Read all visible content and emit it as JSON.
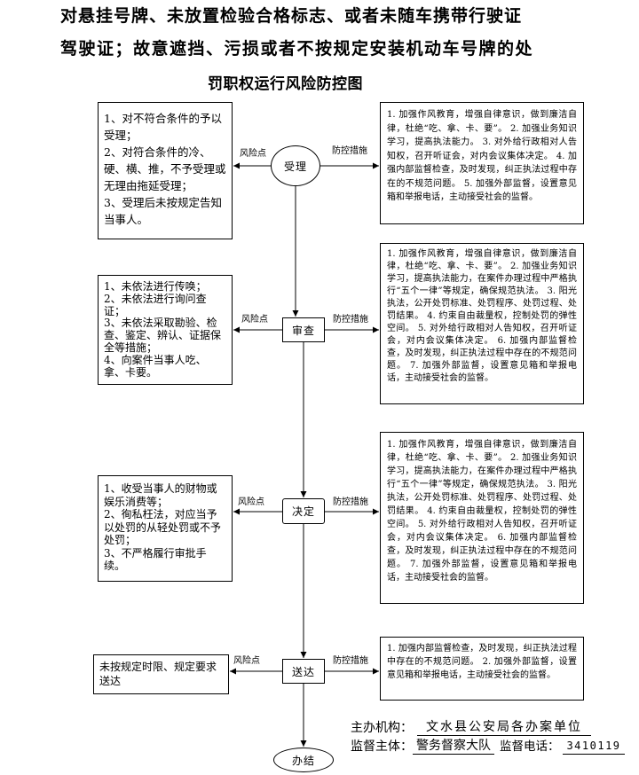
{
  "title": {
    "line1": "对悬挂号牌、未放置检验合格标志、或者未随车携带行驶证",
    "line2": "驾驶证；故意遮挡、污损或者不按规定安装机动车号牌的处",
    "line3": "罚职权运行风险防控图"
  },
  "stages": [
    {
      "name": "受理",
      "risk_label": "风险点",
      "control_label": "防控措施",
      "risks": [
        "1、对不符合条件的予以受理；",
        "2、对符合条件的冷、硬、横、推，不予受理或无理由拖延受理；",
        "3、受理后未按规定告知当事人。"
      ],
      "controls": [
        "1. 加强作风教育，增强自律意识，做到廉洁自律，杜绝“吃、拿、卡、要”。",
        "2. 加强业务知识学习，提高执法能力。",
        "3. 对外给行政相对人告知权，召开听证会，对内会议集体决定。",
        "4. 加强内部监督检查，及时发现，纠正执法过程中存在的不规范问题。",
        "5. 加强外部监督，设置意见箱和举报电话，主动接受社会的监督。"
      ]
    },
    {
      "name": "审查",
      "risk_label": "风险点",
      "control_label": "防控措施",
      "risks": [
        "1、未依法进行传唤；",
        "2、未依法进行询问查证；",
        "3、未依法采取勘验、检查、鉴定、辨认、证据保全等措施；",
        "4、向案件当事人吃、拿、卡要。"
      ],
      "controls": [
        "1. 加强作风教育，增强自律意识，做到廉洁自律，杜绝“吃、拿、卡、要”。",
        "2. 加强业务知识学习，提高执法能力，在案件办理过程中严格执行“五个一律”等规定，确保规范执法。",
        "3. 阳光执法，公开处罚标准、处罚程序、处罚过程、处罚结果。",
        "4. 约束自由裁量权，控制处罚的弹性空间。",
        "5. 对外给行政相对人告知权，召开听证会，对内会议集体决定。",
        "6. 加强内部监督检查，及时发现，纠正执法过程中存在的不规范问题。",
        "7. 加强外部监督，设置意见箱和举报电话，主动接受社会的监督。"
      ]
    },
    {
      "name": "决定",
      "risk_label": "风险点",
      "control_label": "防控措施",
      "risks": [
        "1、收受当事人的财物或娱乐消费等；",
        "2、徇私枉法，对应当予以处罚的从轻处罚或不予处罚；",
        "3、不严格履行审批手续。"
      ],
      "controls": [
        "1. 加强作风教育，增强自律意识，做到廉洁自律，杜绝“吃、拿、卡、要”。",
        "2. 加强业务知识学习，提高执法能力，在案件办理过程中严格执行“五个一律”等规定，确保规范执法。",
        "3. 阳光执法，公开处罚标准、处罚程序、处罚过程、处罚结果。",
        "4. 约束自由裁量权，控制处罚的弹性空间。",
        "5. 对外给行政相对人告知权，召开听证会，对内会议集体决定。",
        "6. 加强内部监督检查，及时发现，纠正执法过程中存在的不规范问题。",
        "7. 加强外部监督，设置意见箱和举报电话，主动接受社会的监督。"
      ]
    },
    {
      "name": "送达",
      "risk_label": "风险点",
      "control_label": "防控措施",
      "risks": [
        "未按规定时限、规定要求送达"
      ],
      "controls": [
        "1. 加强内部监督检查，及时发现，纠正执法过程中存在的不规范问题。",
        "2. 加强外部监督，设置意见箱和举报电话，主动接受社会的监督。"
      ]
    }
  ],
  "end_node": "办结",
  "footer": {
    "host_label": "主办机构：",
    "host_value": "文水县公安局各办案单位",
    "supervisor_label": "监督主体：",
    "supervisor_value": "警务督察大队",
    "phone_label": "监督电话：",
    "phone_value": "3410119"
  }
}
